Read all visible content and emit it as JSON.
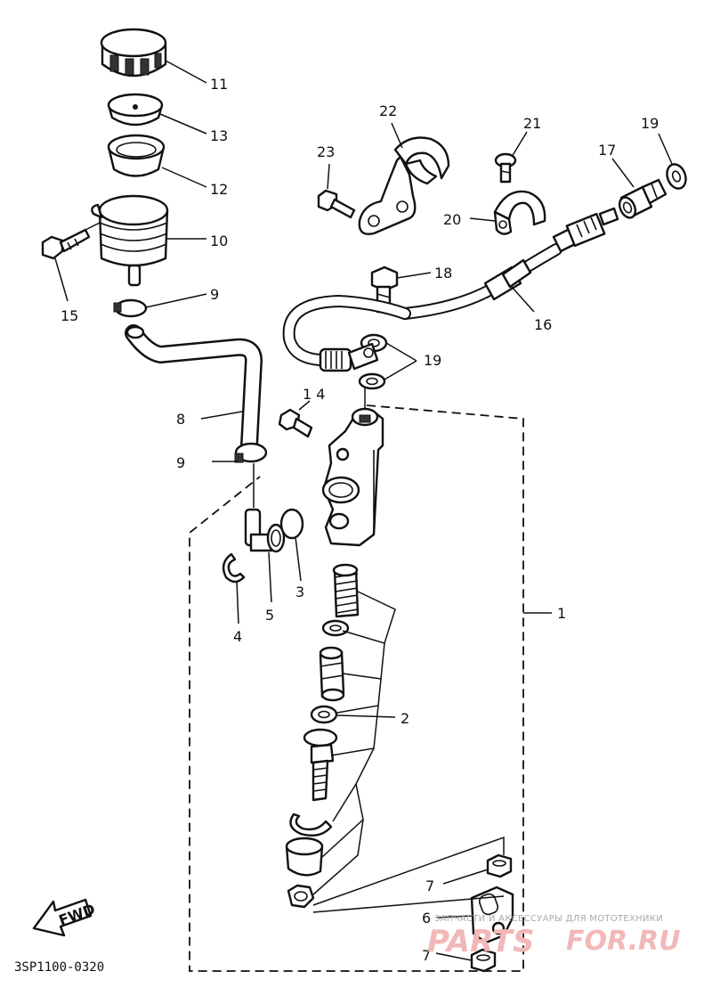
{
  "diagram_code": "3SP1100-0320",
  "fwd_label": "FWD",
  "callouts": {
    "c11": "11",
    "c13": "13",
    "c12": "12",
    "c10": "10",
    "c15": "15",
    "c9a": "9",
    "c8": "8",
    "c9b": "9",
    "c22": "22",
    "c23": "23",
    "c21": "21",
    "c19a": "19",
    "c17": "17",
    "c20": "20",
    "c18": "18",
    "c16": "16",
    "c19b": "19",
    "c14": "1 4",
    "c3": "3",
    "c5": "5",
    "c4": "4",
    "c1": "1",
    "c2": "2",
    "c7a": "7",
    "c6": "6",
    "c7b": "7"
  },
  "watermark": {
    "tagline": "ЗАПЧАСТИ И АКСЕССУАРЫ ДЛЯ МОТОТЕХНИКИ",
    "brand_a": "PARTS",
    "brand_b": "FOR.RU"
  }
}
